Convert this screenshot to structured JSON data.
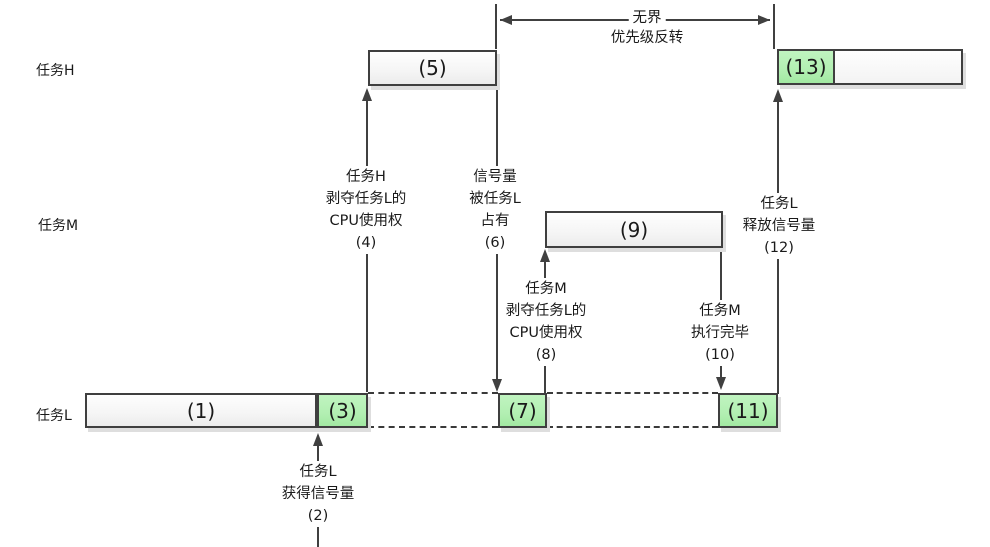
{
  "title": {
    "line1": "无界",
    "line2": "优先级反转"
  },
  "rows": {
    "h": "任务H",
    "m": "任务M",
    "l": "任务L"
  },
  "boxes": {
    "b1": "(1)",
    "b3": "(3)",
    "b5": "(5)",
    "b7": "(7)",
    "b9": "(9)",
    "b11": "(11)",
    "b13": "(13)"
  },
  "annotations": {
    "a2": {
      "l1": "任务L",
      "l2": "获得信号量",
      "l3": "(2)"
    },
    "a4": {
      "l1": "任务H",
      "l2": "剥夺任务L的",
      "l3": "CPU使用权",
      "l4": "(4)"
    },
    "a6": {
      "l1": "信号量",
      "l2": "被任务L",
      "l3": "占有",
      "l4": "(6)"
    },
    "a8": {
      "l1": "任务M",
      "l2": "剥夺任务L的",
      "l3": "CPU使用权",
      "l4": "(8)"
    },
    "a10": {
      "l1": "任务M",
      "l2": "执行完毕",
      "l3": "(10)"
    },
    "a12": {
      "l1": "任务L",
      "l2": "释放信号量",
      "l3": "(12)"
    }
  },
  "colors": {
    "green_fill": "#b2efb2",
    "box_fill": "#f5f5f5",
    "box_border": "#3f3f3f",
    "line": "#404040"
  }
}
